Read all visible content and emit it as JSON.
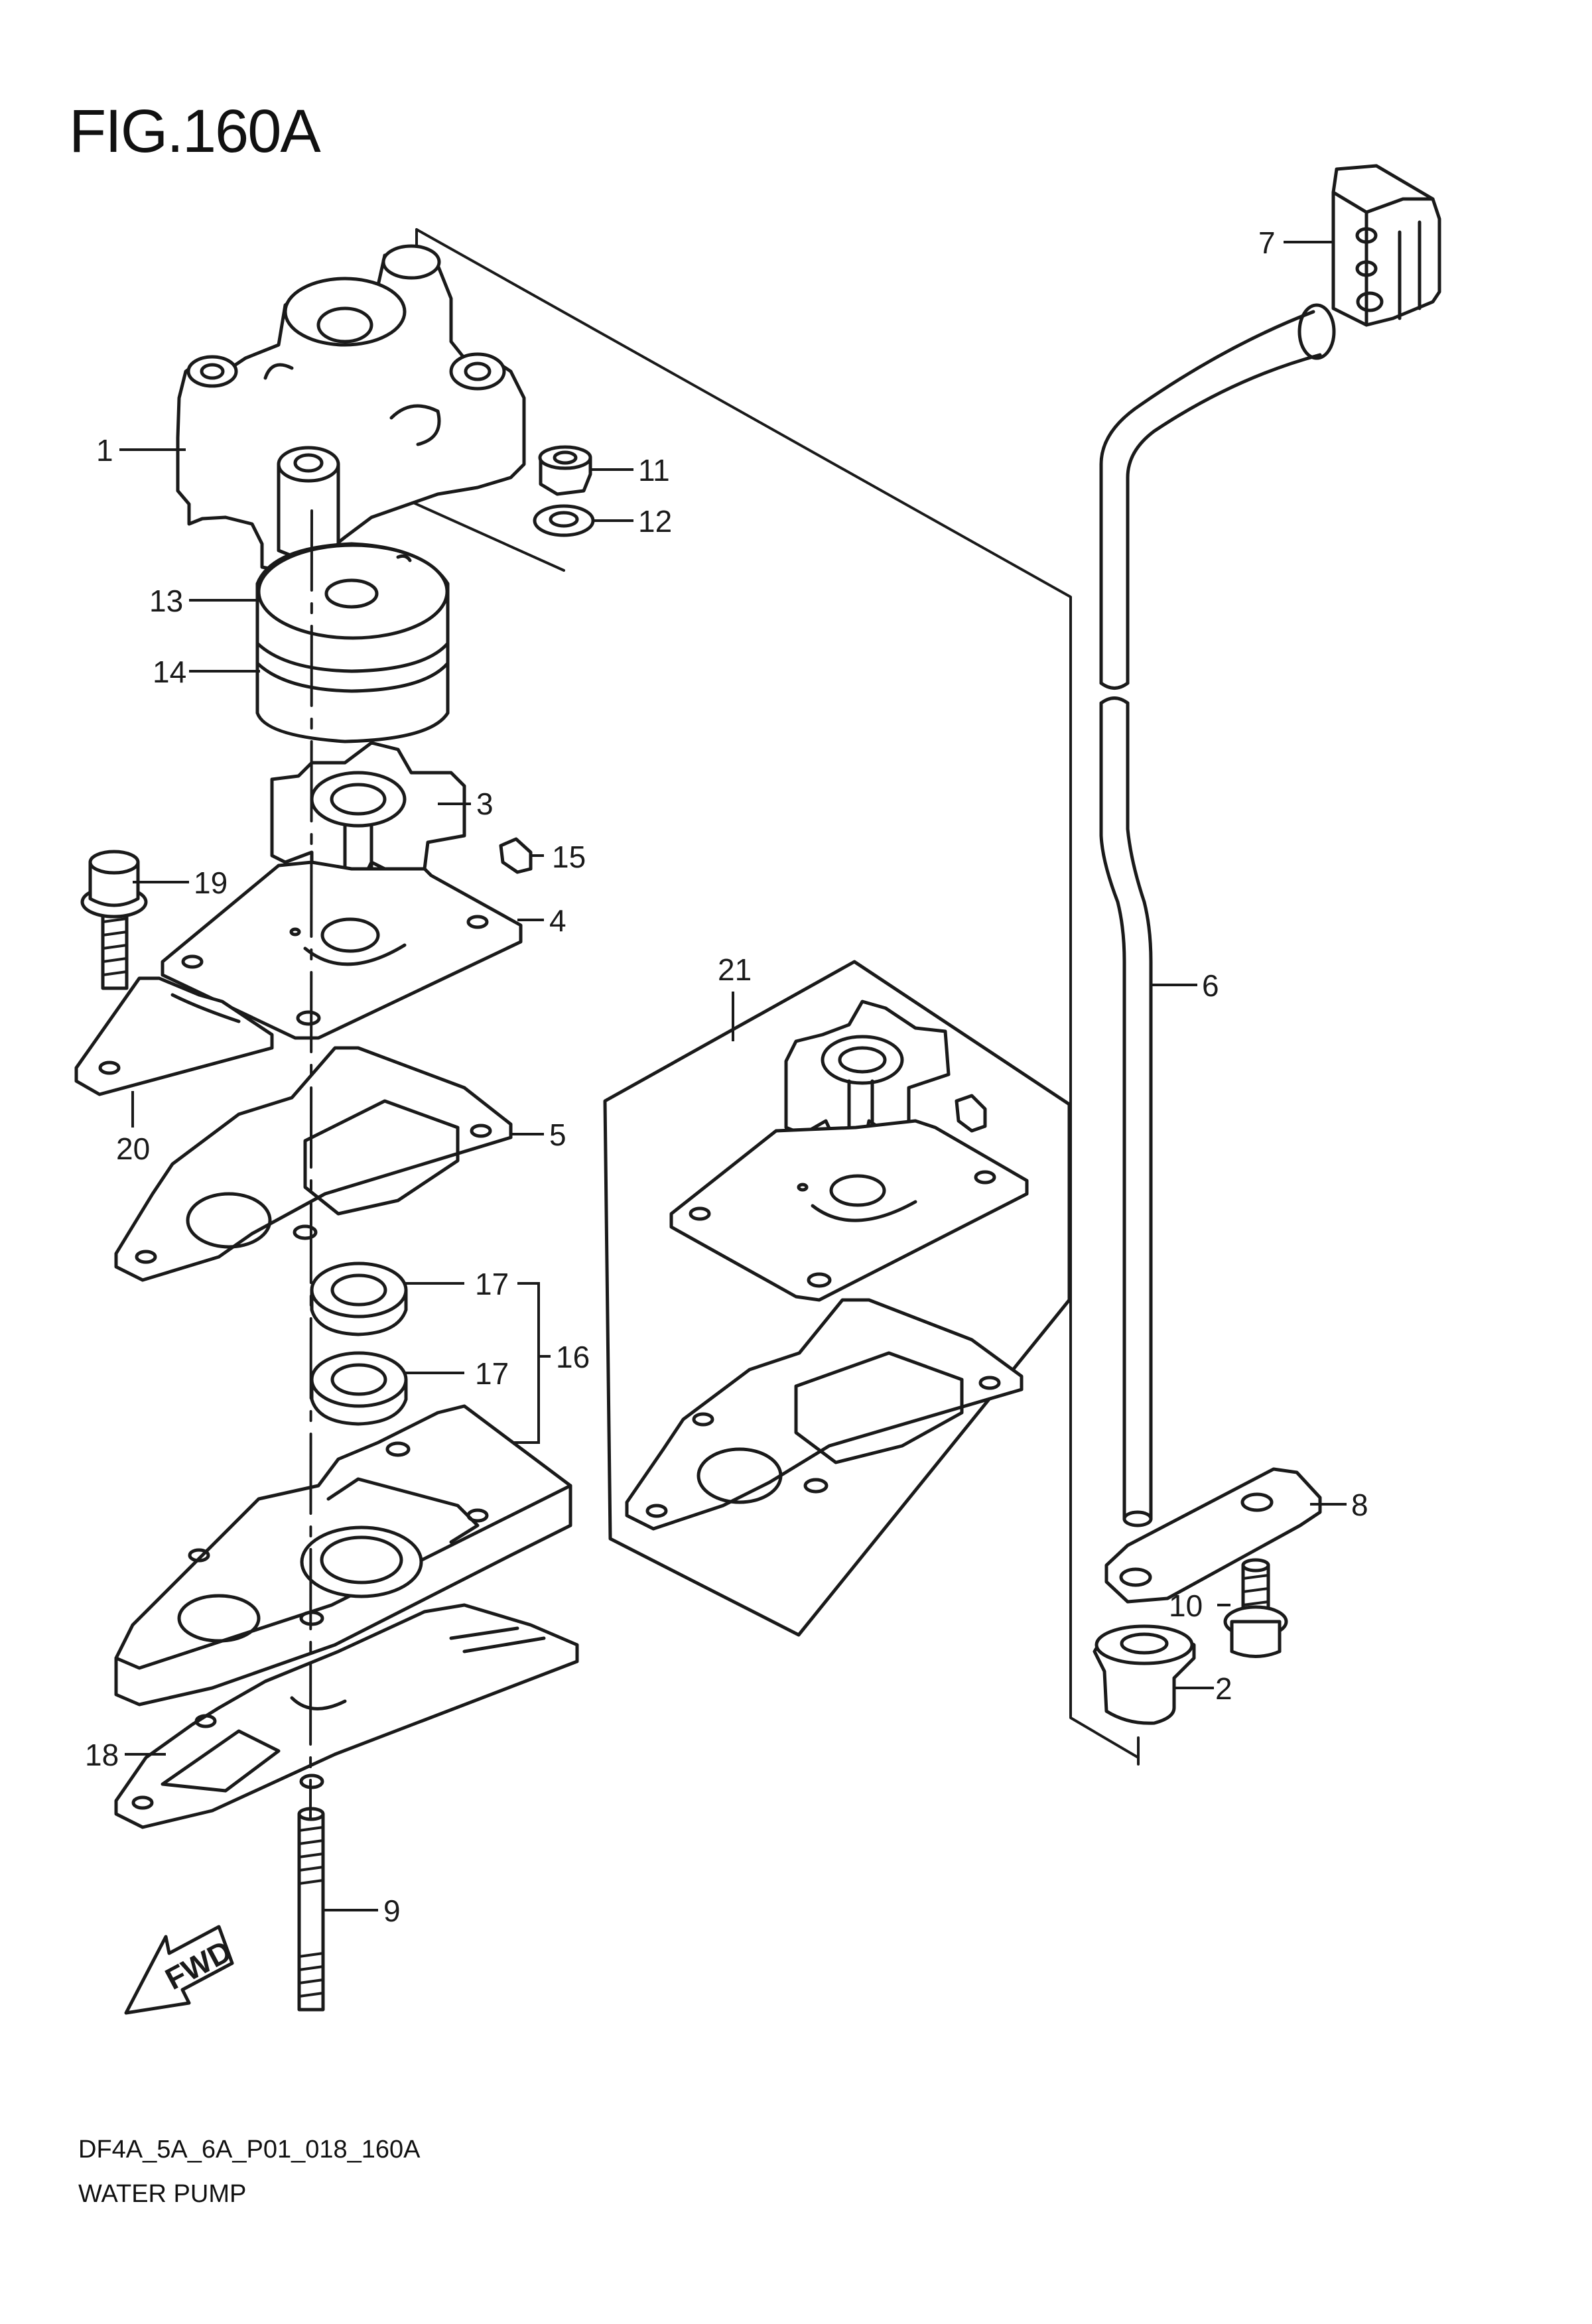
{
  "figure": {
    "title": "FIG.160A",
    "code": "DF4A_5A_6A_P01_018_160A",
    "description": "WATER PUMP"
  },
  "callouts": [
    {
      "id": "c1",
      "label": "1"
    },
    {
      "id": "c2",
      "label": "2"
    },
    {
      "id": "c3",
      "label": "3"
    },
    {
      "id": "c4",
      "label": "4"
    },
    {
      "id": "c5",
      "label": "5"
    },
    {
      "id": "c6",
      "label": "6"
    },
    {
      "id": "c7",
      "label": "7"
    },
    {
      "id": "c8",
      "label": "8"
    },
    {
      "id": "c9",
      "label": "9"
    },
    {
      "id": "c10",
      "label": "10"
    },
    {
      "id": "c11",
      "label": "11"
    },
    {
      "id": "c12",
      "label": "12"
    },
    {
      "id": "c13",
      "label": "13"
    },
    {
      "id": "c14",
      "label": "14"
    },
    {
      "id": "c15",
      "label": "15"
    },
    {
      "id": "c16",
      "label": "16"
    },
    {
      "id": "c17a",
      "label": "17"
    },
    {
      "id": "c17b",
      "label": "17"
    },
    {
      "id": "c18",
      "label": "18"
    },
    {
      "id": "c19",
      "label": "19"
    },
    {
      "id": "c20",
      "label": "20"
    },
    {
      "id": "c21",
      "label": "21"
    }
  ],
  "fwd_arrow": {
    "label": "FWD"
  }
}
